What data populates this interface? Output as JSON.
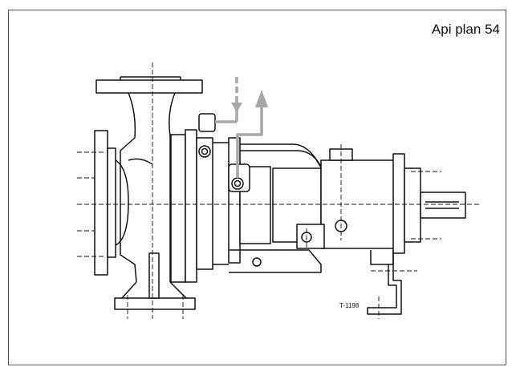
{
  "diagram": {
    "title": "Api plan 54",
    "reference_code": "T-1198",
    "flow_arrows": [
      {
        "direction": "in",
        "style": "dashed"
      },
      {
        "direction": "out",
        "style": "solid"
      }
    ],
    "colors": {
      "line": "#111111",
      "flow_pipe": "#a7a7a7",
      "background": "#ffffff"
    }
  }
}
